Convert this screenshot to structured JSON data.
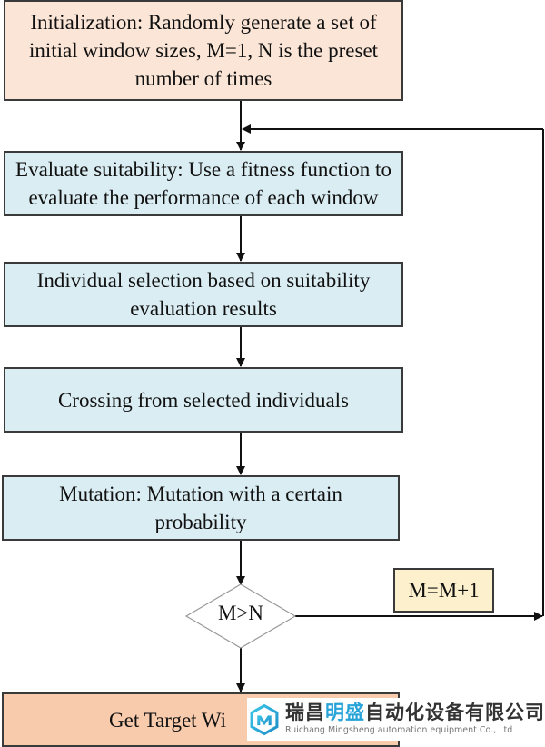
{
  "flowchart": {
    "init": "Initialization: Randomly generate a set of initial window sizes, M=1, N is the preset number of times",
    "evaluate": "Evaluate suitability: Use a fitness function to evaluate the performance of each window",
    "selection": "Individual selection based on suitability evaluation results",
    "crossing": "Crossing from selected individuals",
    "mutation": "Mutation: Mutation with a certain probability",
    "decision": "M>N",
    "increment": "M=M+1",
    "final": "Get Target Wi"
  },
  "watermark": {
    "cn_prefix": "瑞昌",
    "cn_highlight": "明盛",
    "cn_suffix": "自动化设备有限公司",
    "en": "Ruichang Mingsheng automation equipment Co., Ltd",
    "accent_color": "#27a3d8"
  }
}
